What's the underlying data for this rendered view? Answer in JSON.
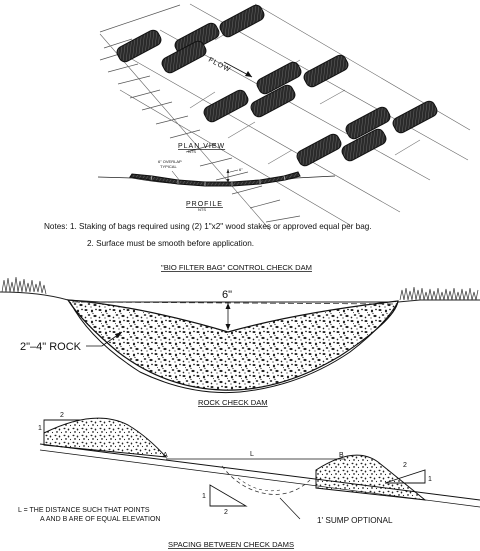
{
  "plan_view": {
    "flow_label": "FLOW",
    "title": "PLAN VIEW",
    "scale": "NTS"
  },
  "profile_view": {
    "overlap_note_line1": "6\" OVERLAP",
    "overlap_note_line2": "TYPICAL",
    "height_label": "6\"",
    "title": "PROFILE",
    "scale": "NTS"
  },
  "notes": {
    "line1": "Notes:  1. Staking of bags required using (2) 1\"x2\" wood stakes or approved equal per bag.",
    "line2": "2. Surface must be smooth before application."
  },
  "bio_filter_title": "\"BIO FILTER BAG\" CONTROL CHECK DAM",
  "rock_dam": {
    "depth_label": "6\"",
    "rock_label": "2\"–4\"  ROCK",
    "title": "ROCK CHECK DAM"
  },
  "spacing": {
    "slope_top_left_run": "2",
    "slope_top_left_rise": "1",
    "point_a": "A",
    "point_b": "B",
    "distance_label": "L",
    "slope_right_run": "2",
    "slope_right_rise": "1",
    "slope_bottom_rise": "1",
    "slope_bottom_run": "2",
    "definition_line1": "L = THE DISTANCE SUCH THAT POINTS",
    "definition_line2": "A AND B ARE OF EQUAL ELEVATION",
    "sump_label": "1' SUMP OPTIONAL",
    "title": "SPACING BETWEEN CHECK DAMS"
  }
}
